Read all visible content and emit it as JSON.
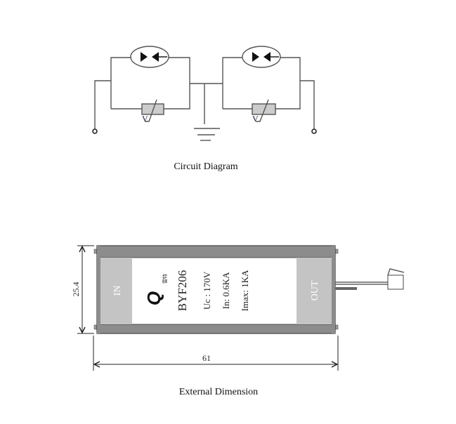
{
  "circuit": {
    "caption": "Circuit Diagram",
    "varistor_label": "V"
  },
  "dimension": {
    "caption": "External Dimension",
    "height_label": "25.4",
    "width_label": "61"
  },
  "device": {
    "in_label": "IN",
    "out_label": "OUT",
    "brand_mark": "Q",
    "brand_text": "雷特",
    "model": "BYF206",
    "spec_uc": "Uc : 170V",
    "spec_in": "In: 0.6KA",
    "spec_imax": "Imax: 1KA"
  },
  "colors": {
    "line": "#555555",
    "bar": "#8c8c8c",
    "panel": "#c4c4c4"
  }
}
